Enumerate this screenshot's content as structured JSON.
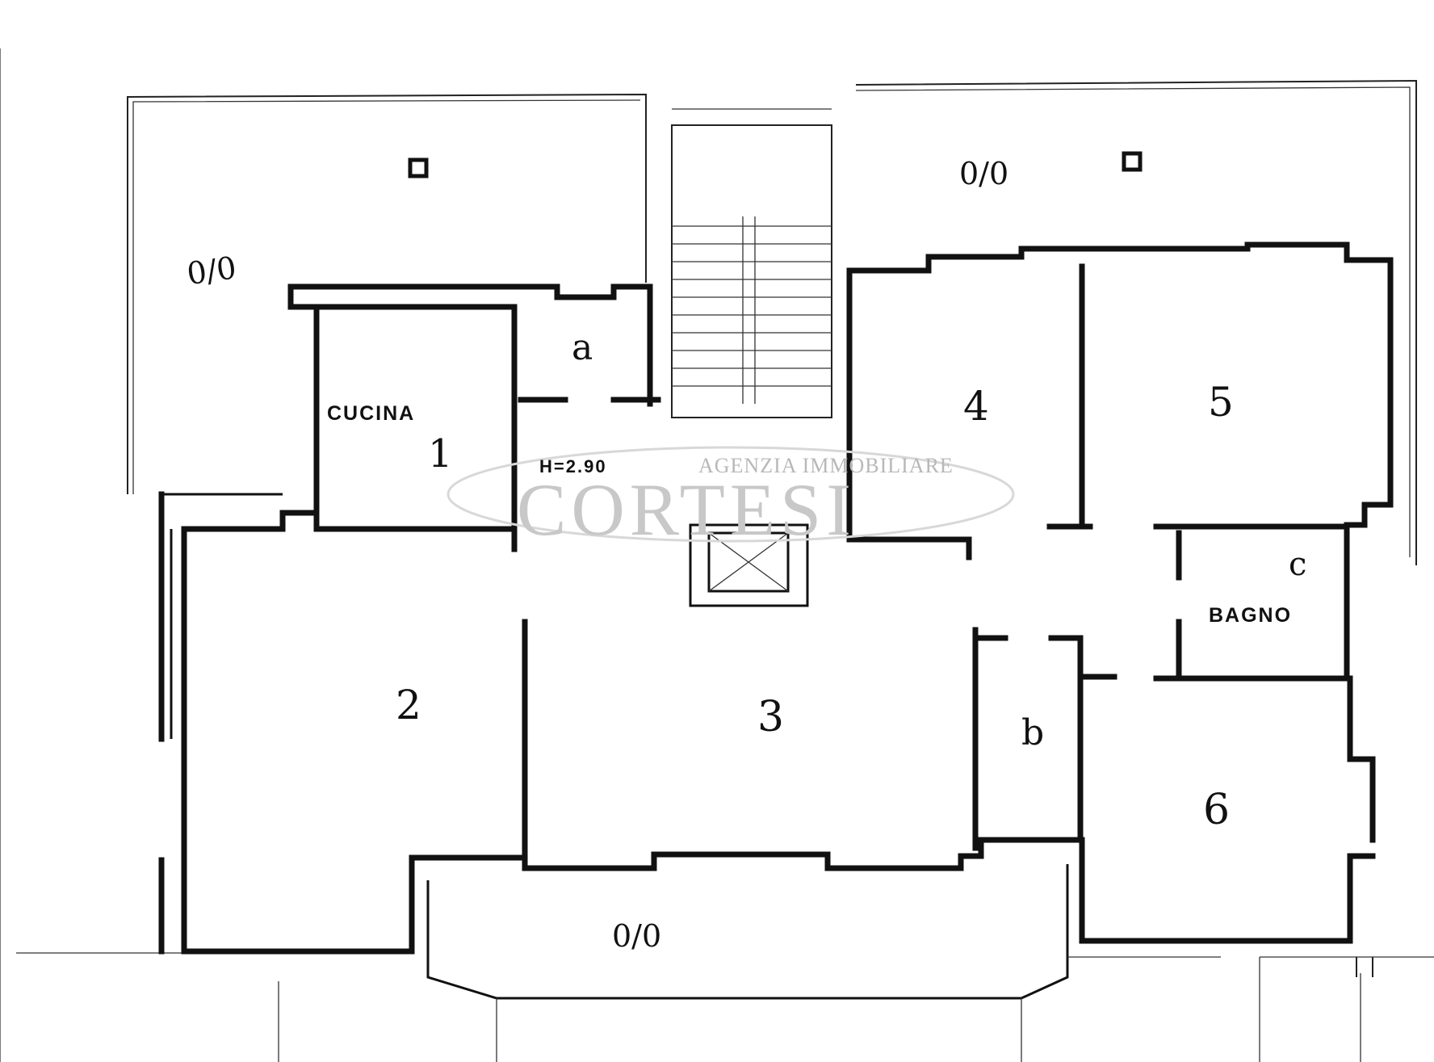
{
  "labels": {
    "terrace_top_left": "0/0",
    "terrace_top_right": "0/0",
    "terrace_bottom": "0/0",
    "kitchen_name": "CUCINA",
    "room_1": "1",
    "room_2": "2",
    "room_3": "3",
    "room_4": "4",
    "room_5": "5",
    "room_6": "6",
    "room_a": "a",
    "room_b": "b",
    "room_c": "c",
    "bathroom_name": "BAGNO",
    "height_note": "H=2.90"
  },
  "watermark": {
    "line1": "AGENZIA IMMOBILIARE",
    "line2": "CORTESI"
  }
}
